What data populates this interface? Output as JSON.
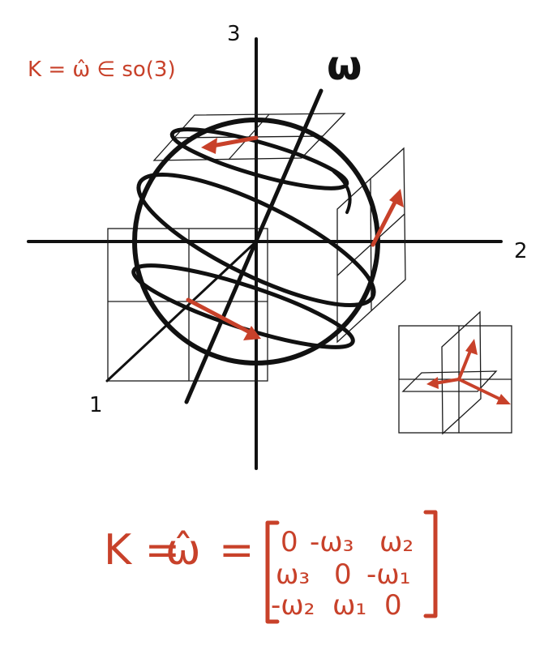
{
  "diagram": {
    "axes": {
      "axis_1_label": "1",
      "axis_2_label": "2",
      "axis_3_label": "3"
    },
    "rotation_axis_label": "ω",
    "top_note": "K = ω̂ ∈ so(3)",
    "equation": {
      "lhs": "K =",
      "hat_omega": "ω̂",
      "equals": "=",
      "matrix": {
        "row1": [
          "0",
          "-ω₃",
          "ω₂"
        ],
        "row2": [
          "ω₃",
          "0",
          "-ω₁"
        ],
        "row3": [
          "-ω₂",
          "ω₁",
          "0"
        ]
      }
    },
    "colors": {
      "ink": "#111111",
      "annotation": "#c8412a"
    }
  }
}
